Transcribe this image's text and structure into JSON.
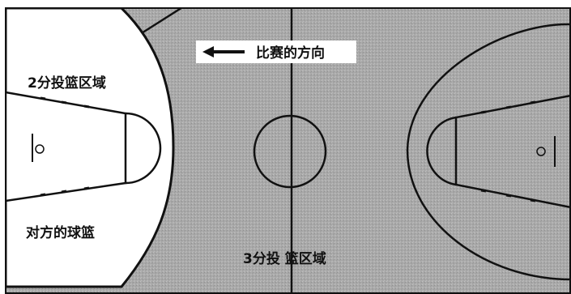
{
  "labels": {
    "two_point_zone": "2分投篮区域",
    "opponent_basket": "对方的球篮",
    "three_point_zone": "3分投 篮区域",
    "direction_of_play": "比赛的方向"
  },
  "icons": {
    "direction_arrow": "left-arrow-icon"
  },
  "colors": {
    "court_gray": "#a8a8a8",
    "line": "#111111",
    "two_point_zone_fill": "#ffffff",
    "banner_fill": "#ffffff"
  }
}
